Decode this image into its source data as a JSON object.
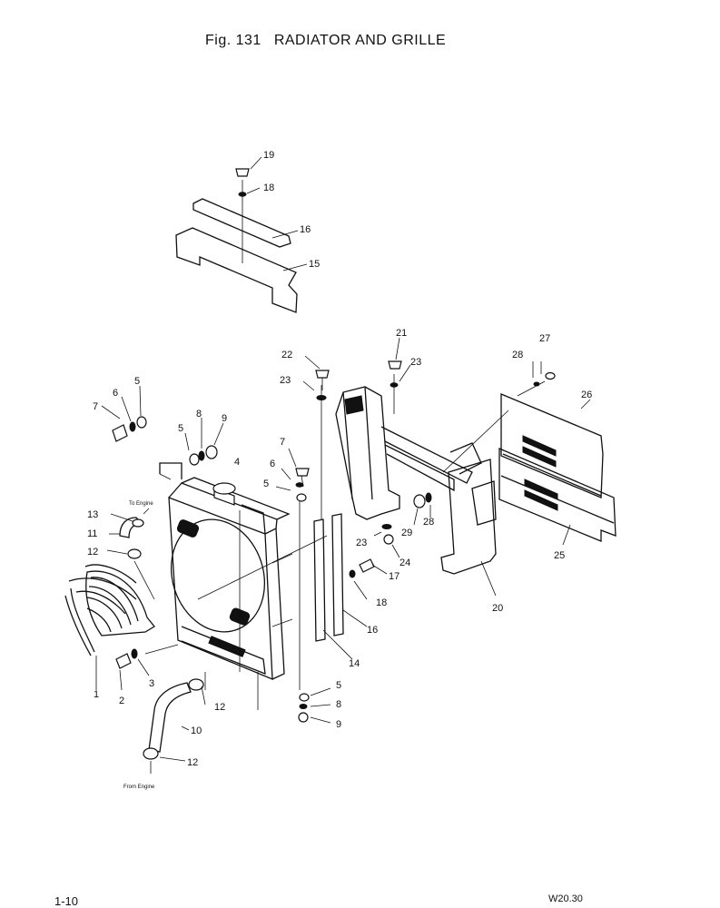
{
  "header": {
    "fig": "Fig. 131",
    "title": "RADIATOR AND GRILLE"
  },
  "footer": {
    "page": "1-10",
    "model": "W20.30"
  },
  "notes": {
    "to_engine": "To Engine",
    "from_engine": "From Engine"
  },
  "callouts": [
    {
      "id": "c19",
      "text": "19"
    },
    {
      "id": "c18a",
      "text": "18"
    },
    {
      "id": "c16a",
      "text": "16"
    },
    {
      "id": "c15",
      "text": "15"
    },
    {
      "id": "c22",
      "text": "22"
    },
    {
      "id": "c21",
      "text": "21"
    },
    {
      "id": "c23a",
      "text": "23"
    },
    {
      "id": "c23b",
      "text": "23"
    },
    {
      "id": "c27",
      "text": "27"
    },
    {
      "id": "c28a",
      "text": "28"
    },
    {
      "id": "c26",
      "text": "26"
    },
    {
      "id": "c7a",
      "text": "7"
    },
    {
      "id": "c6a",
      "text": "6"
    },
    {
      "id": "c5a",
      "text": "5"
    },
    {
      "id": "c5b",
      "text": "5"
    },
    {
      "id": "c8a",
      "text": "8"
    },
    {
      "id": "c9a",
      "text": "9"
    },
    {
      "id": "c4",
      "text": "4"
    },
    {
      "id": "c7b",
      "text": "7"
    },
    {
      "id": "c6b",
      "text": "6"
    },
    {
      "id": "c5c",
      "text": "5"
    },
    {
      "id": "c13",
      "text": "13"
    },
    {
      "id": "c11",
      "text": "11"
    },
    {
      "id": "c12a",
      "text": "12"
    },
    {
      "id": "c29",
      "text": "29"
    },
    {
      "id": "c28b",
      "text": "28"
    },
    {
      "id": "c23c",
      "text": "23"
    },
    {
      "id": "c24",
      "text": "24"
    },
    {
      "id": "c17",
      "text": "17"
    },
    {
      "id": "c18b",
      "text": "18"
    },
    {
      "id": "c16b",
      "text": "16"
    },
    {
      "id": "c14",
      "text": "14"
    },
    {
      "id": "c20",
      "text": "20"
    },
    {
      "id": "c25",
      "text": "25"
    },
    {
      "id": "c1",
      "text": "1"
    },
    {
      "id": "c2",
      "text": "2"
    },
    {
      "id": "c3",
      "text": "3"
    },
    {
      "id": "c12b",
      "text": "12"
    },
    {
      "id": "c10",
      "text": "10"
    },
    {
      "id": "c12c",
      "text": "12"
    },
    {
      "id": "c5d",
      "text": "5"
    },
    {
      "id": "c8b",
      "text": "8"
    },
    {
      "id": "c9b",
      "text": "9"
    }
  ]
}
